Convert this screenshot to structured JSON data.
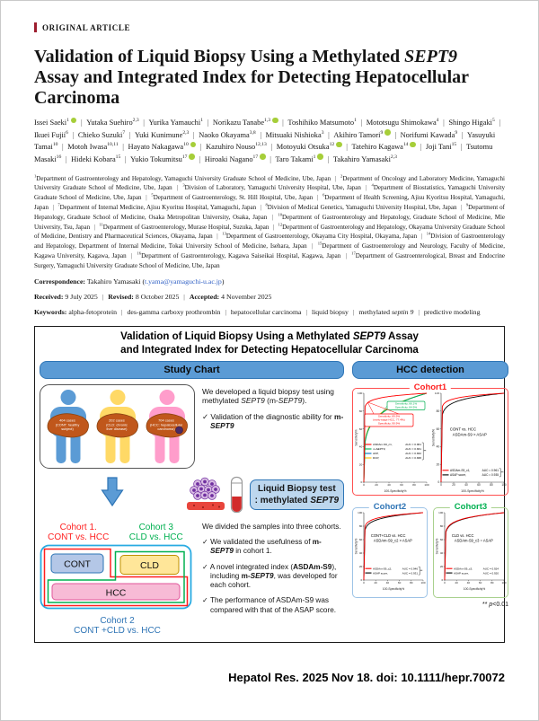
{
  "page": {
    "article_type_label": "ORIGINAL ARTICLE",
    "footer_citation": "Hepatol Res. 2025 Nov 18. doi: 10.1111/hepr.70072"
  },
  "accents": {
    "type_bar": "#9D1D2E",
    "ga_header_bg": "#5B9BD5",
    "ga_header_border": "#2E75B6",
    "email_blue": "#2F5FC4",
    "orcid_green": "#A6CE39"
  },
  "glyphs": {
    "check": "✓",
    "sep": "|"
  },
  "title_segments": [
    [
      "Validation of Liquid Biopsy Using a Methylated "
    ],
    [
      "SEPT9",
      "i"
    ],
    [
      " Assay and Integrated Index for Detecting Hepatocellular Carcinoma"
    ]
  ],
  "authors": [
    {
      "name": "Issei Saeki",
      "sup": "1",
      "orcid": true
    },
    {
      "name": "Yutaka Suehiro",
      "sup": "2,3",
      "orcid": false
    },
    {
      "name": "Yurika Yamauchi",
      "sup": "1",
      "orcid": false
    },
    {
      "name": "Norikazu Tanabe",
      "sup": "1,3",
      "orcid": true
    },
    {
      "name": "Toshihiko Matsumoto",
      "sup": "1",
      "orcid": false
    },
    {
      "name": "Mototsugu Shimokawa",
      "sup": "4",
      "orcid": false
    },
    {
      "name": "Shingo Higaki",
      "sup": "5",
      "orcid": false
    },
    {
      "name": "Ikuei Fujii",
      "sup": "6",
      "orcid": false
    },
    {
      "name": "Chieko Suzuki",
      "sup": "7",
      "orcid": false
    },
    {
      "name": "Yuki Kunimune",
      "sup": "2,3",
      "orcid": false
    },
    {
      "name": "Naoko Okayama",
      "sup": "3,8",
      "orcid": false
    },
    {
      "name": "Mitsuaki Nishioka",
      "sup": "3",
      "orcid": false
    },
    {
      "name": "Akihiro Tamori",
      "sup": "9",
      "orcid": true
    },
    {
      "name": "Norifumi Kawada",
      "sup": "9",
      "orcid": false
    },
    {
      "name": "Yasuyuki Tamai",
      "sup": "10",
      "orcid": false
    },
    {
      "name": "Motoh Iwasa",
      "sup": "10,11",
      "orcid": false
    },
    {
      "name": "Hayato Nakagawa",
      "sup": "10",
      "orcid": true
    },
    {
      "name": "Kazuhiro Nouso",
      "sup": "12,13",
      "orcid": false
    },
    {
      "name": "Motoyuki Otsuka",
      "sup": "12",
      "orcid": true
    },
    {
      "name": "Tatehiro Kagawa",
      "sup": "14",
      "orcid": true
    },
    {
      "name": "Joji Tani",
      "sup": "15",
      "orcid": false
    },
    {
      "name": "Tsutomu Masaki",
      "sup": "16",
      "orcid": false
    },
    {
      "name": "Hideki Kobara",
      "sup": "15",
      "orcid": false
    },
    {
      "name": "Yukio Tokumitsu",
      "sup": "17",
      "orcid": true
    },
    {
      "name": "Hiroaki Nagano",
      "sup": "17",
      "orcid": true
    },
    {
      "name": "Taro Takami",
      "sup": "1",
      "orcid": true
    },
    {
      "name": "Takahiro Yamasaki",
      "sup": "2,3",
      "orcid": false
    }
  ],
  "affiliations": [
    {
      "sup": "1",
      "text": "Department of Gastroenterology and Hepatology, Yamaguchi University Graduate School of Medicine, Ube, Japan"
    },
    {
      "sup": "2",
      "text": "Department of Oncology and Laboratory Medicine, Yamaguchi University Graduate School of Medicine, Ube, Japan"
    },
    {
      "sup": "3",
      "text": "Division of Laboratory, Yamaguchi University Hospital, Ube, Japan"
    },
    {
      "sup": "4",
      "text": "Department of Biostatistics, Yamaguchi University Graduate School of Medicine, Ube, Japan"
    },
    {
      "sup": "5",
      "text": "Department of Gastroenterology, St. Hill Hospital, Ube, Japan"
    },
    {
      "sup": "6",
      "text": "Department of Health Screening, Ajisu Kyoritsu Hospital, Yamaguchi, Japan"
    },
    {
      "sup": "7",
      "text": "Department of Internal Medicine, Ajisu Kyoritsu Hospital, Yamaguchi, Japan"
    },
    {
      "sup": "8",
      "text": "Division of Medical Genetics, Yamaguchi University Hospital, Ube, Japan"
    },
    {
      "sup": "9",
      "text": "Department of Hepatology, Graduate School of Medicine, Osaka Metropolitan University, Osaka, Japan"
    },
    {
      "sup": "10",
      "text": "Department of Gastroenterology and Hepatology, Graduate School of Medicine, Mie University, Tsu, Japan"
    },
    {
      "sup": "11",
      "text": "Department of Gastroenterology, Murase Hospital, Suzuka, Japan"
    },
    {
      "sup": "12",
      "text": "Department of Gastroenterology and Hepatology, Okayama University Graduate School of Medicine, Dentistry and Pharmaceutical Sciences, Okayama, Japan"
    },
    {
      "sup": "13",
      "text": "Department of Gastroenterology, Okayama City Hospital, Okayama, Japan"
    },
    {
      "sup": "14",
      "text": "Division of Gastroenterology and Hepatology, Department of Internal Medicine, Tokai University School of Medicine, Isehara, Japan"
    },
    {
      "sup": "15",
      "text": "Department of Gastroenterology and Neurology, Faculty of Medicine, Kagawa University, Kagawa, Japan"
    },
    {
      "sup": "16",
      "text": "Department of Gastroenterology, Kagawa Saiseikai Hospital, Kagawa, Japan"
    },
    {
      "sup": "17",
      "text": "Department of Gastroenterological, Breast and Endocrine Surgery, Yamaguchi University Graduate School of Medicine, Ube, Japan"
    }
  ],
  "correspondence": {
    "label": "Correspondence:",
    "name_pre": " Takahiro Yamasaki (",
    "email": "t.yama@yamaguchi-u.ac.jp",
    "name_post": ")"
  },
  "history": [
    {
      "label": "Received:",
      "value": " 9 July 2025"
    },
    {
      "label": "Revised:",
      "value": " 8 October 2025"
    },
    {
      "label": "Accepted:",
      "value": " 4 November 2025"
    }
  ],
  "keywords": {
    "label": "Keywords:",
    "items": [
      [
        [
          "alpha-fetoprotein"
        ]
      ],
      [
        [
          "des-gamma carboxy prothrombin"
        ]
      ],
      [
        [
          "hepatocellular carcinoma"
        ]
      ],
      [
        [
          "liquid biopsy"
        ]
      ],
      [
        [
          "methylated "
        ],
        [
          "septin 9",
          "i"
        ]
      ],
      [
        [
          "predictive modeling"
        ]
      ]
    ]
  },
  "graphical_abstract": {
    "title_line1": [
      [
        "Validation of Liquid Biopsy Using a Methylated "
      ],
      [
        "SEPT9",
        "i"
      ],
      [
        " Assay"
      ]
    ],
    "title_line2": [
      [
        "and Integrated Index for Detecting Hepatocellular Carcinoma"
      ]
    ],
    "study_panel": {
      "header": "Study Chart",
      "groups": [
        {
          "id": "cont",
          "person_color": "#5B9BD5",
          "lines": [
            "404 cases",
            "(CONT: healthy",
            "subject)"
          ],
          "tumor": false
        },
        {
          "id": "cld",
          "person_color": "#FFD966",
          "lines": [
            "202 cases",
            "(CLD: chronic",
            "liver disease)"
          ],
          "tumor": false
        },
        {
          "id": "hcc",
          "person_color": "#FF9DCB",
          "lines": [
            "704 cases",
            "(HCC: hepatocellular",
            "carcinoma)"
          ],
          "tumor": true
        }
      ],
      "develop_text": [
        [
          "We developed a liquid biopsy test using methylated "
        ],
        [
          "SEPT9",
          "i"
        ],
        [
          " (m-"
        ],
        [
          "SEPT9",
          "i"
        ],
        [
          ")."
        ]
      ],
      "validation_text": [
        [
          "Validation of the diagnostic ability for "
        ],
        [
          "m-",
          "b"
        ],
        [
          "SEPT9",
          "bi"
        ]
      ],
      "liquid_box_line1": [
        [
          "Liquid Biopsy test",
          "b"
        ]
      ],
      "liquid_box_line2": [
        [
          ": methylated ",
          "b"
        ],
        [
          "SEPT9",
          "bi"
        ]
      ],
      "cohort1_label": {
        "lines": [
          "Cohort 1.",
          "CONT vs. HCC"
        ],
        "color": "#FF2020"
      },
      "cohort3_label": {
        "lines": [
          "Cohort 3",
          "CLD vs. HCC"
        ],
        "color": "#00B050"
      },
      "cohort2_label": {
        "lines": [
          "Cohort 2",
          "CONT +CLD vs. HCC"
        ],
        "color": "#2E74B5"
      },
      "boxes": {
        "cont": "CONT",
        "cld": "CLD",
        "hcc": "HCC"
      },
      "divided_text": [
        [
          "We divided the samples into three cohorts."
        ]
      ],
      "checks": [
        [
          [
            "We validated the usefulness of "
          ],
          [
            "m-",
            "b"
          ],
          [
            "SEPT9",
            "bi"
          ],
          [
            " in cohort 1."
          ]
        ],
        [
          [
            "A novel integrated index ("
          ],
          [
            "ASDAm-S9",
            "b"
          ],
          [
            "), including "
          ],
          [
            "m-",
            "b"
          ],
          [
            "SEPT9",
            "bi"
          ],
          [
            ", was developed for each cohort."
          ]
        ],
        [
          [
            "The performance of ASDAm-S9 was compared with that of the ASAP score."
          ]
        ]
      ]
    },
    "hcc_panel": {
      "header": "HCC detection",
      "panels": [
        {
          "label": "Cohort1",
          "color": "#FF2020"
        },
        {
          "label": "Cohort2",
          "color": "#2E74B5"
        },
        {
          "label": "Cohort3",
          "color": "#00B050"
        }
      ],
      "sig_note": [
        [
          "** "
        ],
        [
          "p",
          "i"
        ],
        [
          "<0.01"
        ]
      ]
    }
  },
  "chart_data": [
    {
      "id": "cohort1-left",
      "type": "line",
      "subtype": "ROC",
      "xlabel": "100-Specificity%",
      "ylabel": "Sensitivity%",
      "xlim": [
        0,
        100
      ],
      "ylim": [
        0,
        100
      ],
      "ticks": [
        0,
        20,
        40,
        60,
        80,
        100
      ],
      "series": [
        {
          "name": "ASDAm-S9_c1",
          "auc": 0.961,
          "auc_label": "AUC = 0.961",
          "color": "#FF0000"
        },
        {
          "name": "m-SEPT9",
          "italic": true,
          "auc": 0.831,
          "auc_label": "AUC = 0.831",
          "color": "#00B050"
        },
        {
          "name": "AFP",
          "auc": 0.832,
          "auc_label": "AUC = 0.832",
          "color": "#0070C0"
        },
        {
          "name": "DCP",
          "auc": 0.838,
          "auc_label": "AUC = 0.838",
          "color": "#FFC000"
        }
      ],
      "annotations": [
        {
          "color": "#00B050",
          "lines": [
            "Sensitivity, 66.1%",
            "Specificity, 84.9%"
          ]
        },
        {
          "color": "#FF0000",
          "lines": [
            "Sensitivity, 89.9%",
            "(early-stage HCC, 77.4%)",
            "Specificity, 90.9%"
          ]
        }
      ],
      "sig": "**"
    },
    {
      "id": "cohort1-right",
      "type": "line",
      "subtype": "ROC",
      "xlabel": "100-Specificity%",
      "ylabel": "Sensitivity%",
      "xlim": [
        0,
        100
      ],
      "ylim": [
        0,
        100
      ],
      "ticks": [
        0,
        20,
        40,
        60,
        80,
        100
      ],
      "note_lines": [
        "CONT vs. HCC",
        "ASDAm-S9 > ASAP"
      ],
      "series": [
        {
          "name": "ASDAm-S9_c1",
          "auc": 0.961,
          "auc_label": "AUC = 0.961",
          "color": "#FF0000"
        },
        {
          "name": "ASAP score",
          "auc": 0.935,
          "auc_label": "AUC = 0.935",
          "color": "#000000"
        }
      ],
      "sig": "**"
    },
    {
      "id": "cohort2",
      "type": "line",
      "subtype": "ROC",
      "xlabel": "100-Specificity%",
      "ylabel": "Sensitivity%",
      "xlim": [
        0,
        100
      ],
      "ylim": [
        0,
        100
      ],
      "ticks": [
        0,
        20,
        40,
        60,
        80,
        100
      ],
      "note_lines": [
        "CONT+CLD vs. HCC",
        "ASDAm-S9_c2 > ASAP"
      ],
      "series": [
        {
          "name": "ASDAm-S9_c2",
          "auc": 0.946,
          "auc_label": "AUC = 0.946",
          "color": "#FF0000"
        },
        {
          "name": "ASAP score",
          "auc": 0.931,
          "auc_label": "AUC = 0.931",
          "color": "#000000"
        }
      ],
      "sig": "**"
    },
    {
      "id": "cohort3",
      "type": "line",
      "subtype": "ROC",
      "xlabel": "100-Specificity%",
      "ylabel": "Sensitivity%",
      "xlim": [
        0,
        100
      ],
      "ylim": [
        0,
        100
      ],
      "ticks": [
        0,
        20,
        40,
        60,
        80,
        100
      ],
      "note_lines": [
        "CLD vs. HCC",
        "ASDAm-S9_c3 = ASAP"
      ],
      "series": [
        {
          "name": "ASDAm-S9_c3",
          "auc": 0.924,
          "auc_label": "AUC = 0.924",
          "color": "#FF0000"
        },
        {
          "name": "ASAP score",
          "auc": 0.92,
          "auc_label": "AUC = 0.920",
          "color": "#000000"
        }
      ],
      "sig": ""
    }
  ]
}
